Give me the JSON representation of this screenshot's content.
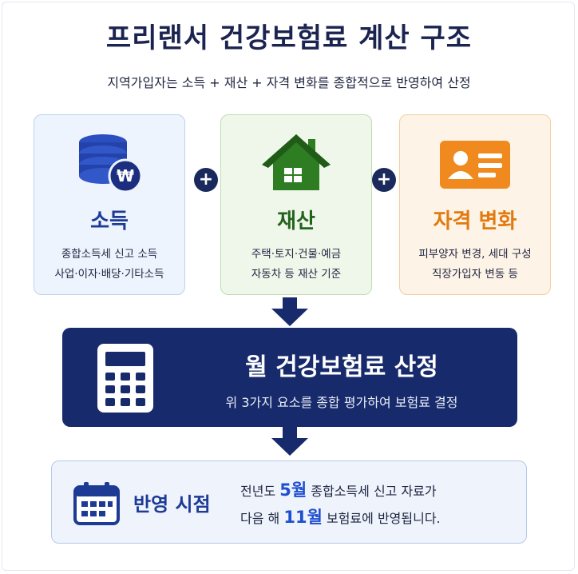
{
  "title": "프리랜서 건강보험료 계산 구조",
  "subtitle": "지역가입자는 소득 + 재산 + 자격 변화를 종합적으로 반영하여 산정",
  "cards": [
    {
      "title": "소득",
      "line1": "종합소득세 신고 소득",
      "line2": "사업·이자·배당·기타소득",
      "icon": "coins-won-icon",
      "color": "#1d3b95"
    },
    {
      "title": "재산",
      "line1": "주택·토지·건물·예금",
      "line2": "자동차 등 재산 기준",
      "icon": "house-icon",
      "color": "#23641c"
    },
    {
      "title": "자격 변화",
      "line1": "피부양자 변경, 세대 구성",
      "line2": "직장가입자 변동 등",
      "icon": "id-card-icon",
      "color": "#e17a10"
    }
  ],
  "operators": {
    "plus1": "+",
    "plus2": "+"
  },
  "main": {
    "title": "월 건강보험료 산정",
    "desc": "위 3가지 요소를 종합 평가하여 보험료 결정",
    "icon": "calculator-icon",
    "color": "#172a6b"
  },
  "timing": {
    "title": "반영 시점",
    "icon": "calendar-icon",
    "line1_pre": "전년도 ",
    "line1_hl": "5월",
    "line1_post": " 종합소득세 신고 자료가",
    "line2_pre": "다음 해 ",
    "line2_hl": "11월",
    "line2_post": " 보험료에 반영됩니다."
  }
}
